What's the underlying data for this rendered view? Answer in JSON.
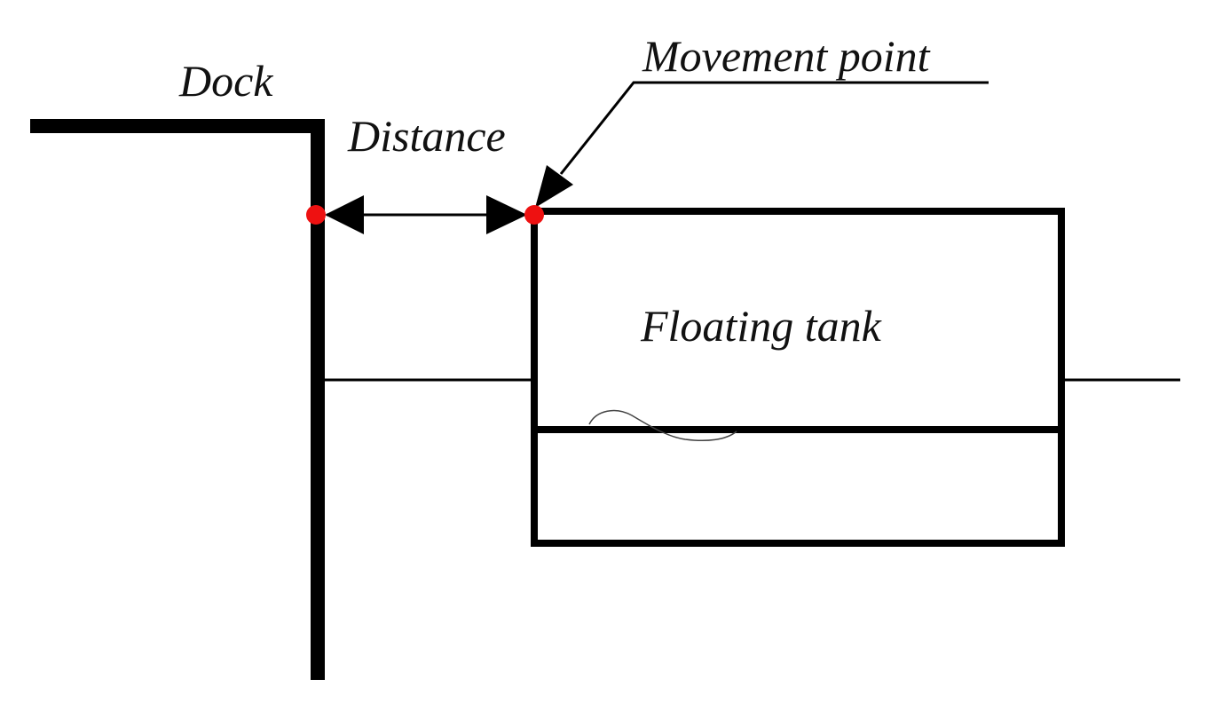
{
  "labels": {
    "dock": "Dock",
    "distance": "Distance",
    "movement_point": "Movement point",
    "floating_tank": "Floating tank"
  },
  "colors": {
    "line": "#000000",
    "marker": "#ee1111",
    "background": "#ffffff"
  }
}
